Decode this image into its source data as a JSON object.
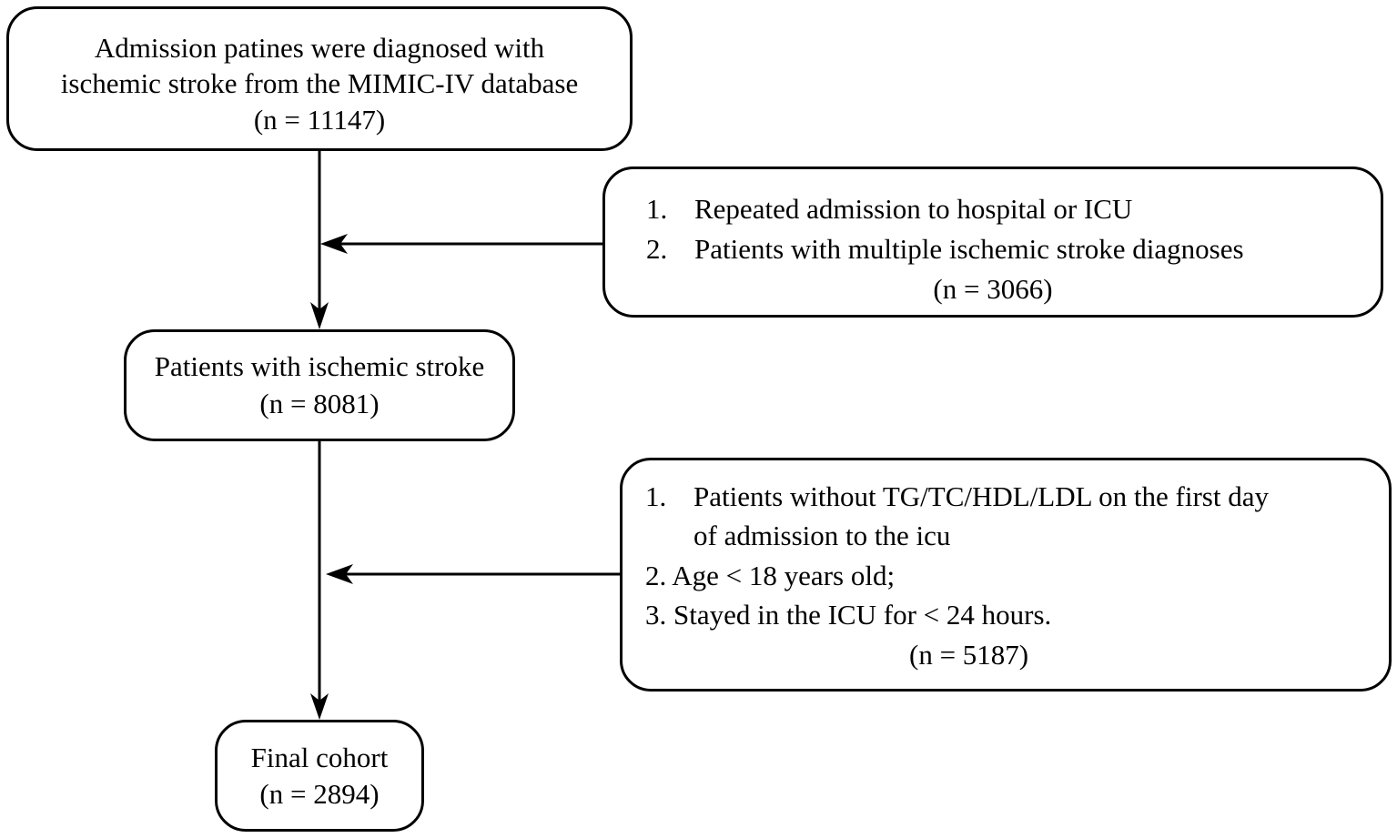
{
  "boxes": {
    "initial": {
      "line1": "Admission patines were diagnosed with",
      "line2": "ischemic stroke from the MIMIC-IV database",
      "count": "(n = 11147)"
    },
    "exclusion1": {
      "items": [
        {
          "num": "1.",
          "text": "Repeated admission to hospital or ICU"
        },
        {
          "num": "2.",
          "text": "Patients with multiple  ischemic stroke diagnoses"
        }
      ],
      "count": "(n = 3066)"
    },
    "ischemic": {
      "line1": "Patients with ischemic stroke",
      "count": "(n = 8081)"
    },
    "exclusion2": {
      "item1_num": "1.",
      "item1_line1": "Patients without TG/TC/HDL/LDL on the first day",
      "item1_line2": "of admission to the icu",
      "item2": "2.  Age < 18 years old;",
      "item3": "3.  Stayed in the ICU for < 24 hours.",
      "count": "(n = 5187)"
    },
    "final": {
      "line1": "Final cohort",
      "count": "(n = 2894)"
    }
  }
}
